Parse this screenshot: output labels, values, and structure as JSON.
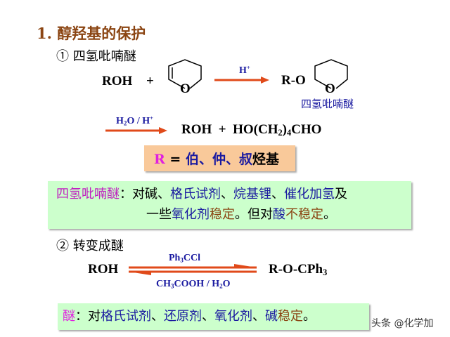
{
  "title": "1. 醇羟基的保护",
  "section1": {
    "heading": "① 四氢吡喃醚",
    "reaction1": {
      "reactant": "ROH",
      "plus": "+",
      "ring_atom": "O",
      "reagent": "H",
      "reagent_sup": "+",
      "product_prefix": "R-O",
      "product_label": "四氢吡喃醚"
    },
    "reaction2": {
      "reagent_a": "H",
      "reagent_sub": "2",
      "reagent_b": "O / H",
      "reagent_sup": "+",
      "product_a": "ROH  +  HO(CH",
      "product_sub1": "2",
      "product_b": ")",
      "product_sub2": "4",
      "product_c": "CHO"
    },
    "r_box": [
      {
        "text": "R",
        "color": "#e020e0"
      },
      {
        "text": " = ",
        "color": "#000000"
      },
      {
        "text": "伯、仲、叔",
        "color": "#1a1aa0"
      },
      {
        "text": "烃基",
        "color": "#000000"
      }
    ],
    "note_line1": [
      {
        "text": "四氢吡喃醚",
        "color": "#c020c0"
      },
      {
        "text": "：对碱、",
        "color": "#000000"
      },
      {
        "text": "格氏试剂",
        "color": "#1a1aa0"
      },
      {
        "text": "、",
        "color": "#000000"
      },
      {
        "text": "烷基锂",
        "color": "#1a1aa0"
      },
      {
        "text": "、",
        "color": "#000000"
      },
      {
        "text": "催化加氢",
        "color": "#1a1aa0"
      },
      {
        "text": "及",
        "color": "#000000"
      }
    ],
    "note_line2": [
      {
        "text": "一些",
        "color": "#000000"
      },
      {
        "text": "氧化剂",
        "color": "#1a1aa0"
      },
      {
        "text": "稳定",
        "color": "#8B4513"
      },
      {
        "text": "。但对",
        "color": "#000000"
      },
      {
        "text": "酸",
        "color": "#1a1aa0"
      },
      {
        "text": "不稳定",
        "color": "#8B4513"
      },
      {
        "text": "。",
        "color": "#000000"
      }
    ]
  },
  "section2": {
    "heading": "② 转变成醚",
    "reactant": "ROH",
    "reagent_top_a": "Ph",
    "reagent_top_sub": "3",
    "reagent_top_b": "CCl",
    "reagent_bottom_a": "CH",
    "reagent_bottom_sub1": "3",
    "reagent_bottom_b": "COOH / H",
    "reagent_bottom_sub2": "2",
    "reagent_bottom_c": "O",
    "product_a": "R-O-CPh",
    "product_sub": "3",
    "note": [
      {
        "text": "醚",
        "color": "#e020e0"
      },
      {
        "text": "：对",
        "color": "#000000"
      },
      {
        "text": "格氏试剂",
        "color": "#1a1aa0"
      },
      {
        "text": "、",
        "color": "#000000"
      },
      {
        "text": "还原剂",
        "color": "#1a1aa0"
      },
      {
        "text": "、",
        "color": "#000000"
      },
      {
        "text": "氧化剂",
        "color": "#1a1aa0"
      },
      {
        "text": "、",
        "color": "#000000"
      },
      {
        "text": "碱",
        "color": "#1a1aa0"
      },
      {
        "text": "稳定",
        "color": "#8B4513"
      },
      {
        "text": "。",
        "color": "#000000"
      }
    ]
  },
  "watermark": "头条 @化学加",
  "colors": {
    "arrow": "#e04a1a",
    "note_bg": "#ccffcc",
    "r_box_bg": "#f9c99a"
  }
}
